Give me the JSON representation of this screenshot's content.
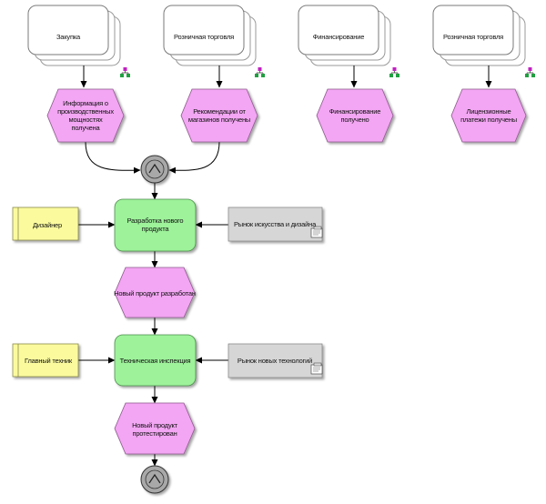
{
  "process_interfaces": [
    {
      "id": "pi-1",
      "label": "Закупка"
    },
    {
      "id": "pi-2",
      "label": "Розничная торговля"
    },
    {
      "id": "pi-3",
      "label": "Финансирование"
    },
    {
      "id": "pi-4",
      "label": "Розничная торговля"
    }
  ],
  "events": [
    {
      "id": "ev-1",
      "label": "Информация о производственных мощностях получена"
    },
    {
      "id": "ev-2",
      "label": "Рекомендации от магазинов получены"
    },
    {
      "id": "ev-3",
      "label": "Финансирование получено"
    },
    {
      "id": "ev-4",
      "label": "Лицензионные платежи получены"
    },
    {
      "id": "ev-5",
      "label": "Новый продукт разработан"
    },
    {
      "id": "ev-6",
      "label": "Новый продукт протестирован"
    }
  ],
  "functions": [
    {
      "id": "fn-1",
      "label": "Разработка нового продукта"
    },
    {
      "id": "fn-2",
      "label": "Техническая инспекция"
    }
  ],
  "roles": [
    {
      "id": "role-1",
      "label": "Дизайнер"
    },
    {
      "id": "role-2",
      "label": "Главный техник"
    }
  ],
  "info_objects": [
    {
      "id": "info-1",
      "label": "Рынок искусства и дизайна"
    },
    {
      "id": "info-2",
      "label": "Рынок новых технологий"
    }
  ],
  "connectors": [
    {
      "id": "and-1",
      "type": "AND",
      "symbol": "^"
    },
    {
      "id": "and-2",
      "type": "AND",
      "symbol": "^"
    }
  ],
  "colors": {
    "event": "#f3a6f3",
    "function": "#9df29a",
    "role": "#fbfb9e",
    "info": "#d6d6d6",
    "interface": "#ffffff",
    "connector": "#a8a8a8"
  },
  "icons": [
    "process-link-icon",
    "document-icon"
  ]
}
